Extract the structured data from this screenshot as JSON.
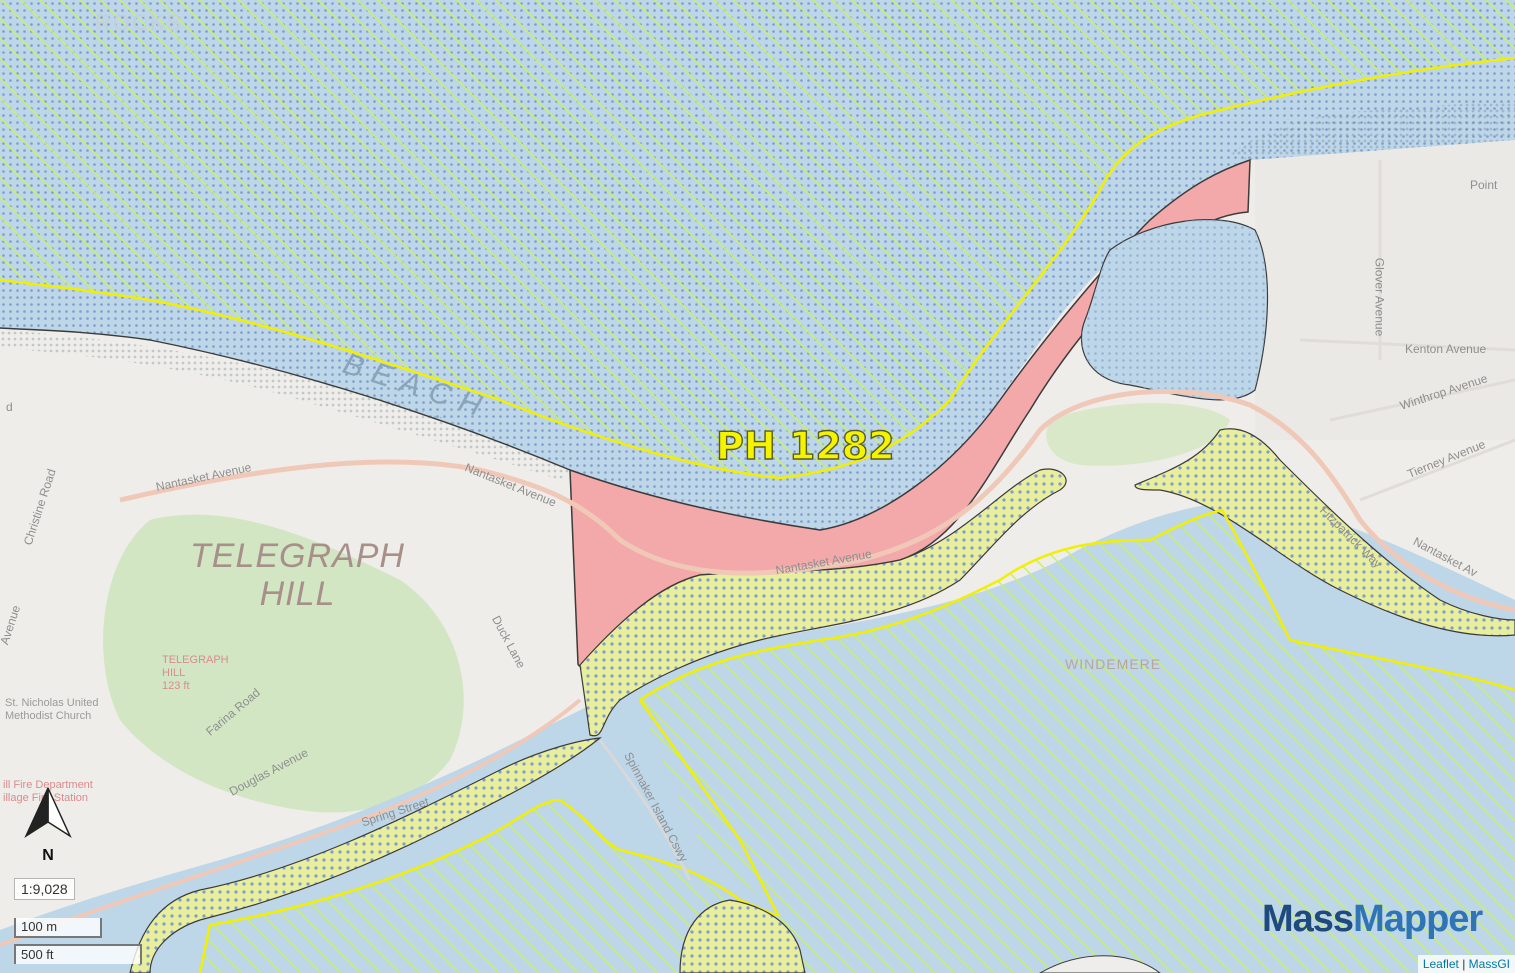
{
  "map": {
    "parcel_label": "PH 1282",
    "colors": {
      "water": "#bdd6e8",
      "hatch": "#c8f06a",
      "dots": "#7d9ccf",
      "parcel_fill": "#f3a9a9",
      "boundary_yellow": "#f2f000",
      "outline": "#3b3b3b"
    }
  },
  "labels": {
    "telegraph_hill": "TELEGRAPH\nHILL",
    "beach": "BEACH",
    "windemere": "WINDEMERE",
    "nantasket_avenue_1": "Nantasket Avenue",
    "nantasket_avenue_2": "Nantasket Avenue",
    "nantasket_avenue_3": "Nantasket Avenue",
    "nantasket_avenue_4": "Nantasket Av",
    "christine_road": "Christine Road",
    "duck_lane": "Duck Lane",
    "farina_road": "Farina Road",
    "douglas_avenue": "Douglas Avenue",
    "spring_street": "Spring Street",
    "spinnaker_island": "Spinnaker Island Cswy",
    "glover_avenue": "Glover Avenue",
    "kenton_avenue": "Kenton Avenue",
    "winthrop_avenue": "Winthrop Avenue",
    "tierney_avenue": "Tierney Avenue",
    "fitzpatrick_way": "Fitzpatrick Way",
    "point": "Point",
    "avenue_left": "Avenue",
    "d_left": "d",
    "telegraph_hill_poi": "TELEGRAPH\nHILL\n123 ft",
    "church": "St. Nicholas United\nMethodist Church",
    "fire_station": "ill Fire Department\nillage Fire Station",
    "rocks": "ROCKS"
  },
  "north_arrow": {
    "letter": "N"
  },
  "scale": {
    "ratio": "1:9,028",
    "metric": "100 m",
    "imperial": "500 ft"
  },
  "brand": {
    "part1": "Mass",
    "part2": "Mapper"
  },
  "attribution": {
    "leaflet": "Leaflet",
    "separator": " | ",
    "source": "MassGI"
  }
}
